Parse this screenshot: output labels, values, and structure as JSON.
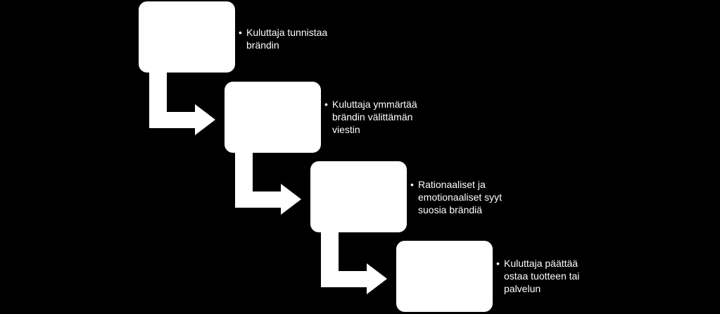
{
  "diagram": {
    "steps": [
      {
        "text": "Kuluttaja tunnistaa brändin"
      },
      {
        "text": "Kuluttaja ymmärtää brändin välittämän viestin"
      },
      {
        "text": "Rationaaliset ja emotionaaliset syyt suosia brändiä"
      },
      {
        "text": "Kuluttaja päättää ostaa tuotteen tai palvelun"
      }
    ],
    "colors": {
      "background": "#000000",
      "box": "#ffffff",
      "arrow": "#ffffff",
      "text": "#ffffff"
    }
  }
}
